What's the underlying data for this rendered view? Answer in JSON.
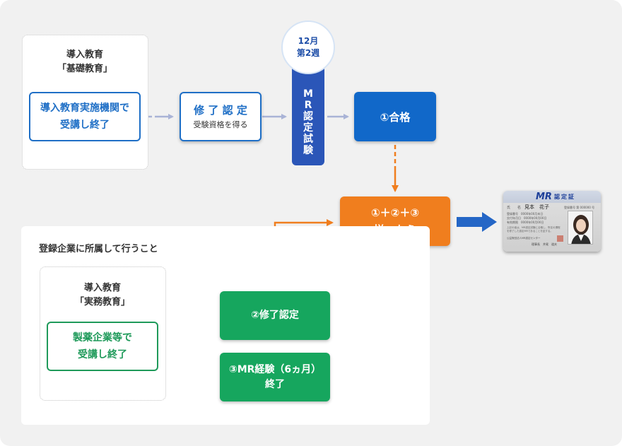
{
  "colors": {
    "blue": "#1f6fc6",
    "exam_blue": "#2b56b8",
    "pass_blue": "#1168c9",
    "orange": "#f07e1e",
    "green": "#16a65e",
    "connector_gray": "#a9b3d6"
  },
  "basic_education": {
    "title_line1": "導入教育",
    "title_line2": "「基礎教育」",
    "box_line1": "導入教育実施機関で",
    "box_line2": "受講し終了"
  },
  "certification": {
    "title": "修 了 認 定",
    "subtitle": "受験資格を得る"
  },
  "exam": {
    "date_line1": "12月",
    "date_line2": "第2週",
    "chars": [
      "M",
      "R",
      "認",
      "定",
      "試",
      "験"
    ]
  },
  "pass": {
    "label": "①合格"
  },
  "combined": {
    "line1": "①＋②＋③",
    "line2": "揃ったら"
  },
  "company": {
    "title": "登録企業に所属して行うこと",
    "practical_title_line1": "導入教育",
    "practical_title_line2": "「実務教育」",
    "practical_box_line1": "製薬企業等で",
    "practical_box_line2": "受講し終了",
    "step2": "②修了認定",
    "step3_line1": "③MR経験（6ヵ月）",
    "step3_line2": "終了"
  },
  "card": {
    "logo": "MR",
    "title": "認定証",
    "name_label": "氏　　名",
    "name": "見本　花子",
    "row1": "登録番号　0000年00月末日",
    "row2": "交付年月日　0000年00月00日",
    "row3": "有効期限　0000年00月00日",
    "number": "登録番号 第 000000 号",
    "note": "上記の者は、MR認定試験に合格し、所定の課程を修了した認定MRであることを証する。",
    "issuer": "公益財団法人MR認定センター",
    "signer": "理事長　井尾　道夫"
  }
}
